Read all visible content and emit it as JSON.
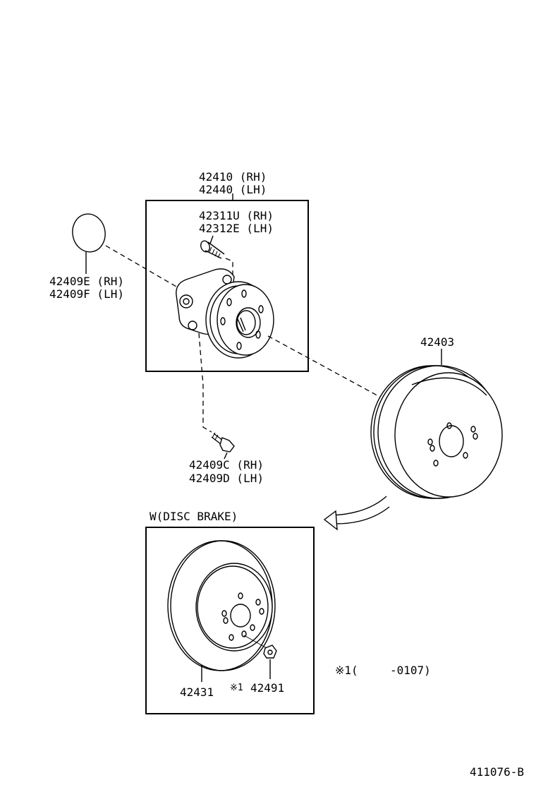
{
  "callouts": {
    "hub_rh": "42410 (RH)",
    "hub_lh": "42440 (LH)",
    "bolt_rh": "42311U (RH)",
    "bolt_lh": "42312E (LH)",
    "cap_rh": "42409E (RH)",
    "cap_lh": "42409F (LH)",
    "mount_bolt_rh": "42409C (RH)",
    "mount_bolt_lh": "42409D (LH)",
    "drum": "42403",
    "disc_section": "W(DISC BRAKE)",
    "disc": "42431",
    "nut_mark": "※1",
    "nut": "42491",
    "note_mark": "※1(",
    "note_range": "-0107)",
    "figure_id": "411076-B"
  }
}
